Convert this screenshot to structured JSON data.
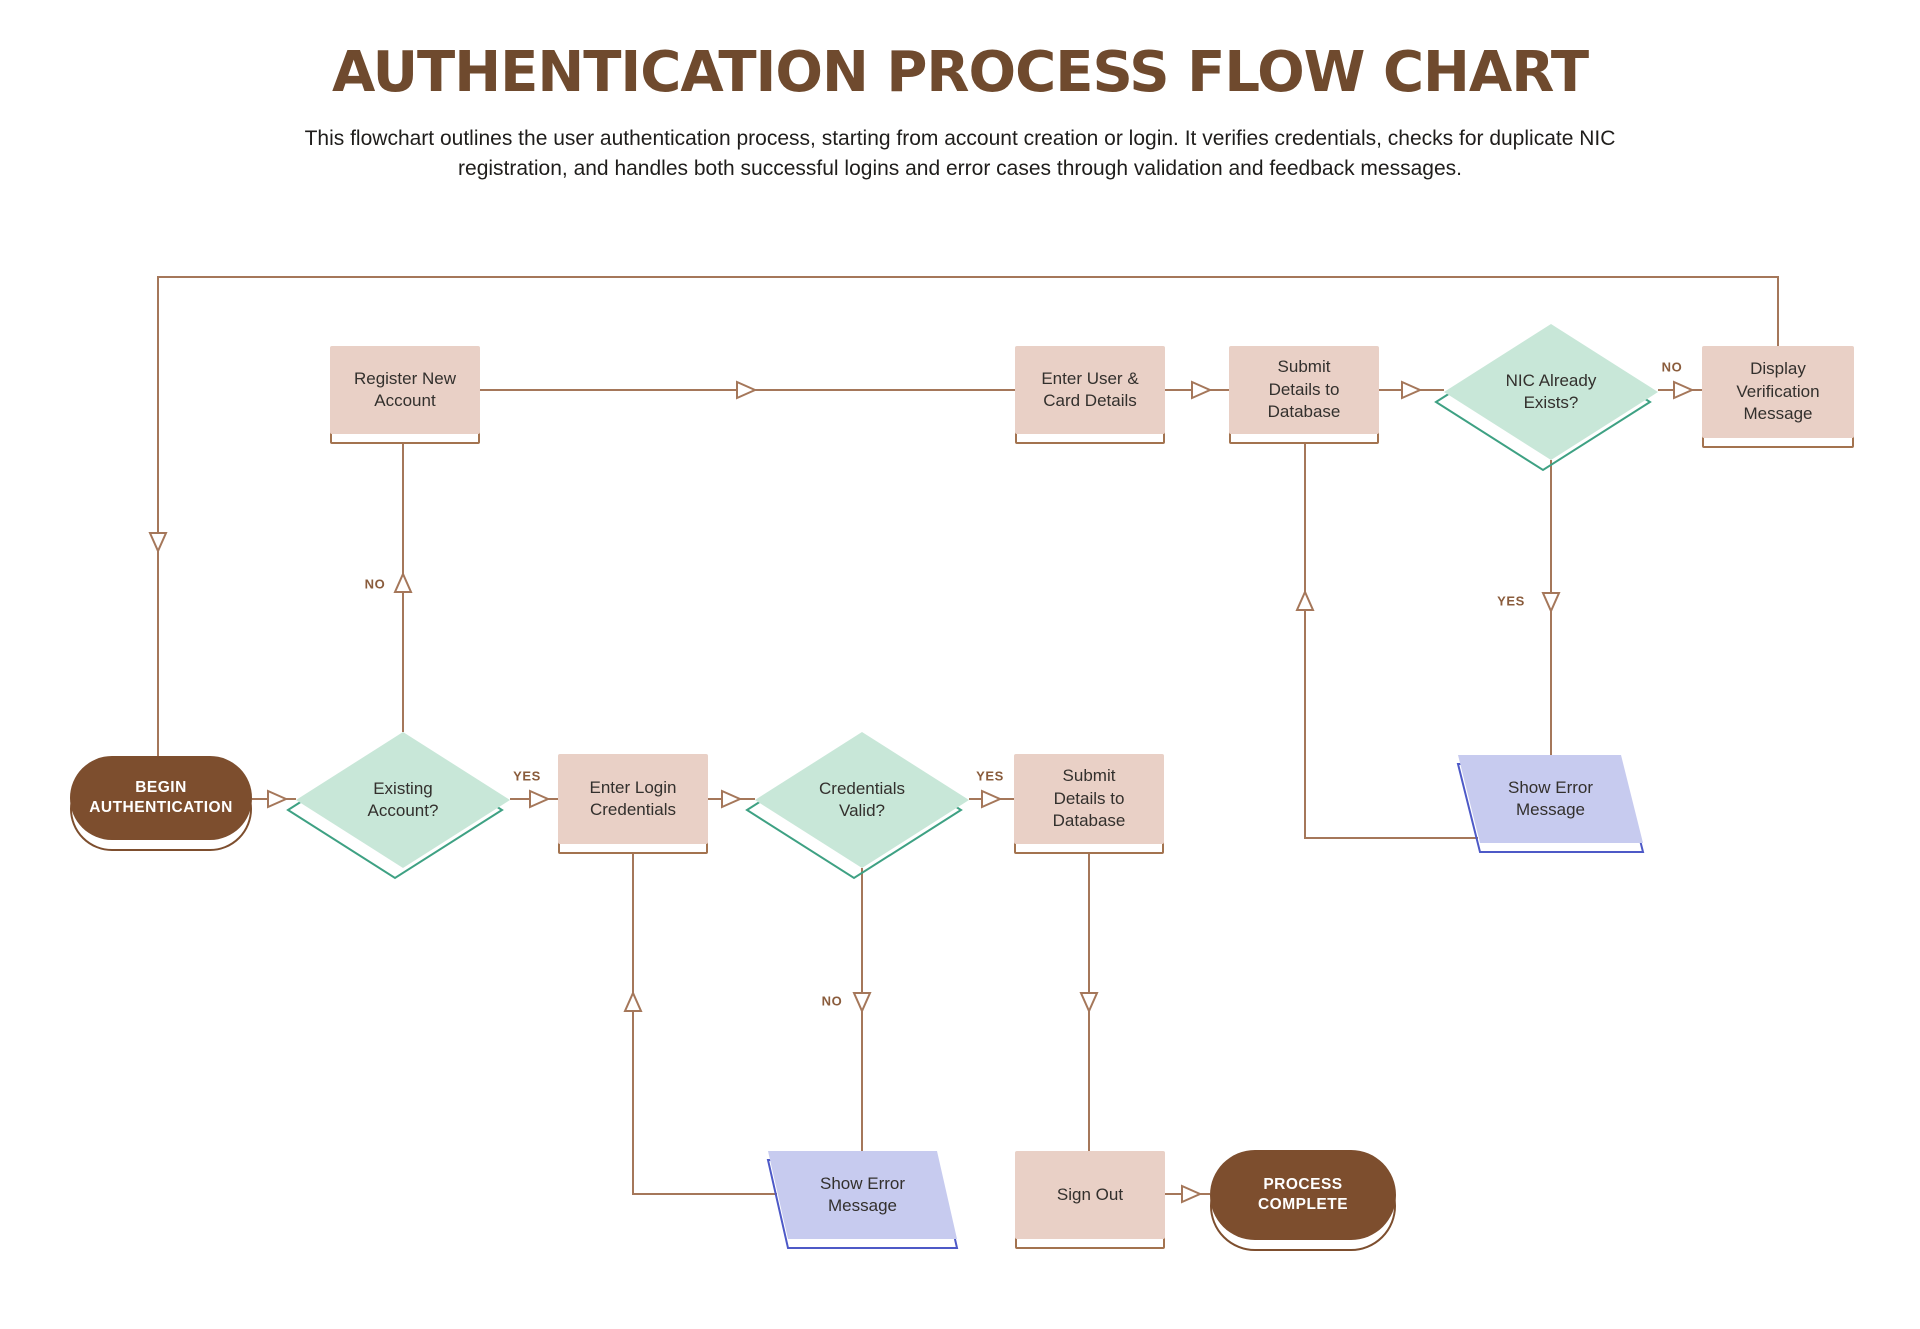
{
  "header": {
    "title": "AUTHENTICATION PROCESS FLOW CHART",
    "subtitle": "This flowchart outlines the user authentication process, starting from account creation or login. It verifies credentials, checks for duplicate NIC registration, and handles both successful logins and error cases through validation and feedback messages."
  },
  "chart": {
    "type": "flowchart",
    "nodes": {
      "begin": {
        "shape": "terminator",
        "label": "BEGIN\nAUTHENTICATION"
      },
      "existing_account": {
        "shape": "decision",
        "label": "Existing\nAccount?"
      },
      "enter_login": {
        "shape": "process",
        "label": "Enter Login\nCredentials"
      },
      "credentials_valid": {
        "shape": "decision",
        "label": "Credentials\nValid?"
      },
      "submit_details_mid": {
        "shape": "process",
        "label": "Submit\nDetails to\nDatabase"
      },
      "register_new": {
        "shape": "process",
        "label": "Register New\nAccount"
      },
      "enter_user": {
        "shape": "process",
        "label": "Enter User &\nCard Details"
      },
      "submit_details_top": {
        "shape": "process",
        "label": "Submit\nDetails to\nDatabase"
      },
      "nic_exists": {
        "shape": "decision",
        "label": "NIC Already\nExists?"
      },
      "display_verification": {
        "shape": "process",
        "label": "Display\nVerification\nMessage"
      },
      "show_error_right": {
        "shape": "input-output",
        "label": "Show Error\nMessage"
      },
      "show_error_bottom": {
        "shape": "input-output",
        "label": "Show Error\nMessage"
      },
      "sign_out": {
        "shape": "process",
        "label": "Sign Out"
      },
      "process_complete": {
        "shape": "terminator",
        "label": "PROCESS\nCOMPLETE"
      }
    },
    "edge_labels": {
      "existing_yes": "YES",
      "existing_no": "NO",
      "credentials_yes": "YES",
      "credentials_no": "NO",
      "nic_yes": "YES",
      "nic_no": "NO"
    },
    "edges": [
      {
        "from": "begin",
        "to": "existing_account",
        "label": ""
      },
      {
        "from": "existing_account",
        "to": "enter_login",
        "label": "YES"
      },
      {
        "from": "existing_account",
        "to": "register_new",
        "label": "NO"
      },
      {
        "from": "register_new",
        "to": "enter_user",
        "label": ""
      },
      {
        "from": "enter_user",
        "to": "submit_details_top",
        "label": ""
      },
      {
        "from": "submit_details_top",
        "to": "nic_exists",
        "label": ""
      },
      {
        "from": "nic_exists",
        "to": "display_verification",
        "label": "NO"
      },
      {
        "from": "nic_exists",
        "to": "show_error_right",
        "label": "YES"
      },
      {
        "from": "show_error_right",
        "to": "submit_details_top",
        "label": ""
      },
      {
        "from": "display_verification",
        "to": "begin",
        "label": ""
      },
      {
        "from": "enter_login",
        "to": "credentials_valid",
        "label": ""
      },
      {
        "from": "credentials_valid",
        "to": "submit_details_mid",
        "label": "YES"
      },
      {
        "from": "credentials_valid",
        "to": "show_error_bottom",
        "label": "NO"
      },
      {
        "from": "show_error_bottom",
        "to": "enter_login",
        "label": ""
      },
      {
        "from": "submit_details_mid",
        "to": "sign_out",
        "label": ""
      },
      {
        "from": "sign_out",
        "to": "process_complete",
        "label": ""
      }
    ]
  },
  "colors": {
    "title": "#6f4a2e",
    "body_text": "#1f1d1b",
    "node_text": "#33302d",
    "line": "#a5775a",
    "edge_label": "#8a5c3c",
    "pill_fill": "#7d4e2e",
    "rect_fill": "#e9d0c6",
    "rect_outline": "#a3734f",
    "diamond_fill": "#c8e7d8",
    "diamond_outline": "#3ea183",
    "parallelogram_fill": "#c7cbef",
    "parallelogram_outline": "#4d59c7"
  }
}
